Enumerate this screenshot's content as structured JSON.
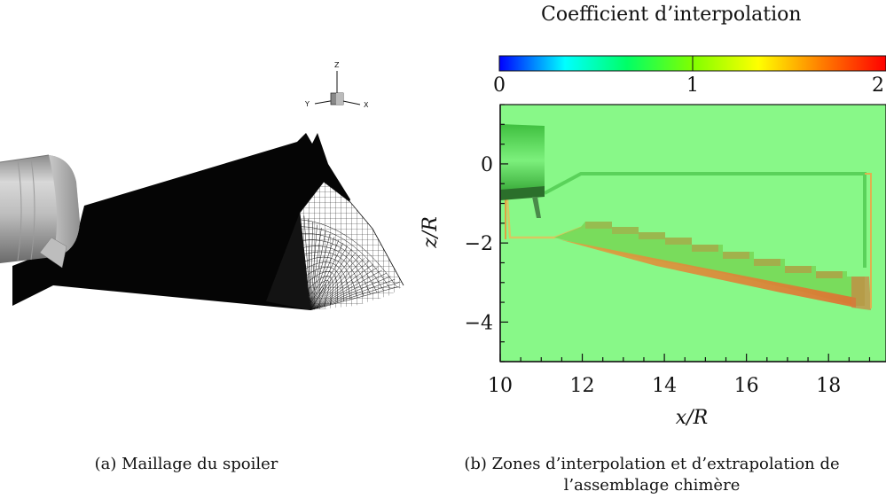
{
  "left_figure": {
    "caption": "(a) Maillage du spoiler",
    "triad": {
      "z_label": "Z",
      "y_label": "Y",
      "x_label": "X"
    }
  },
  "right_figure": {
    "caption_line1": "(b) Zones d’interpolation et d’extrapolation de",
    "caption_line2": "l’assemblage chimère",
    "colorbar": {
      "title": "Coefficient d’interpolation",
      "ticks": [
        "0",
        "1",
        "2"
      ],
      "range": [
        0,
        2
      ],
      "colors": [
        "#0000ff",
        "#00ffff",
        "#00ff66",
        "#80ff00",
        "#ffff00",
        "#ff8000",
        "#ff0000"
      ]
    },
    "background_color": "#88f888"
  },
  "chart_data": {
    "type": "heatmap",
    "title": "",
    "xlabel": "x/R",
    "ylabel": "z/R",
    "xlim": [
      10,
      19.4
    ],
    "ylim": [
      -5,
      1.5
    ],
    "x_ticks": [
      10,
      12,
      14,
      16,
      18
    ],
    "y_ticks": [
      0,
      -2,
      -4
    ],
    "colorbar_label": "Coefficient d’interpolation",
    "colorbar_range": [
      0,
      2
    ],
    "colorbar_ticks": [
      0,
      1,
      2
    ]
  }
}
